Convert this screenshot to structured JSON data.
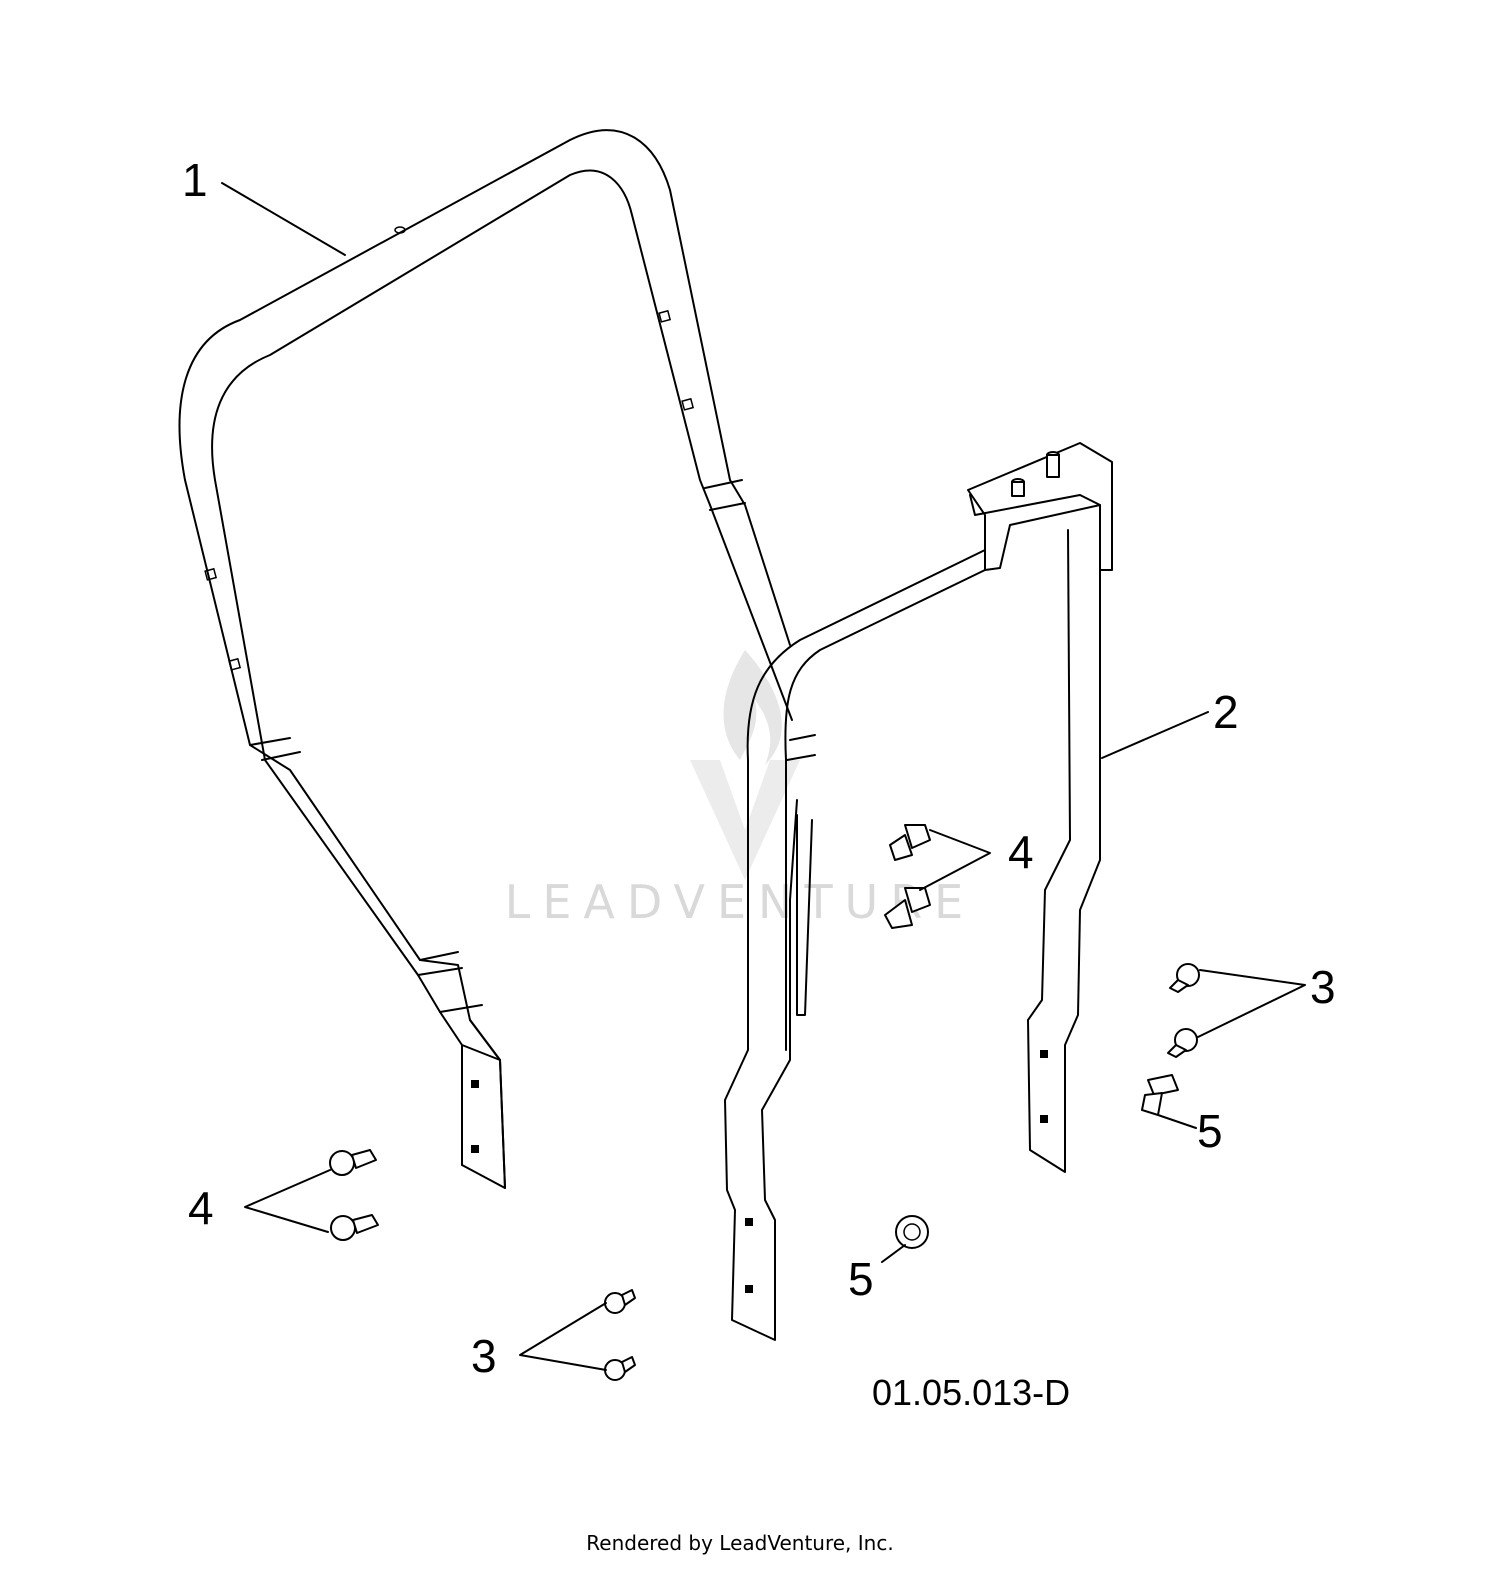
{
  "diagram": {
    "callouts": {
      "item1": "1",
      "item2": "2",
      "item3_right": "3",
      "item3_left": "3",
      "item4_center": "4",
      "item4_left": "4",
      "item5_right": "5",
      "item5_center": "5"
    },
    "drawing_code": "01.05.013-D",
    "watermark": "LEADVENTURE",
    "footer": "Rendered by LeadVenture, Inc."
  },
  "colors": {
    "line": "#000000",
    "background": "#ffffff",
    "watermark": "#d9d9d9"
  }
}
